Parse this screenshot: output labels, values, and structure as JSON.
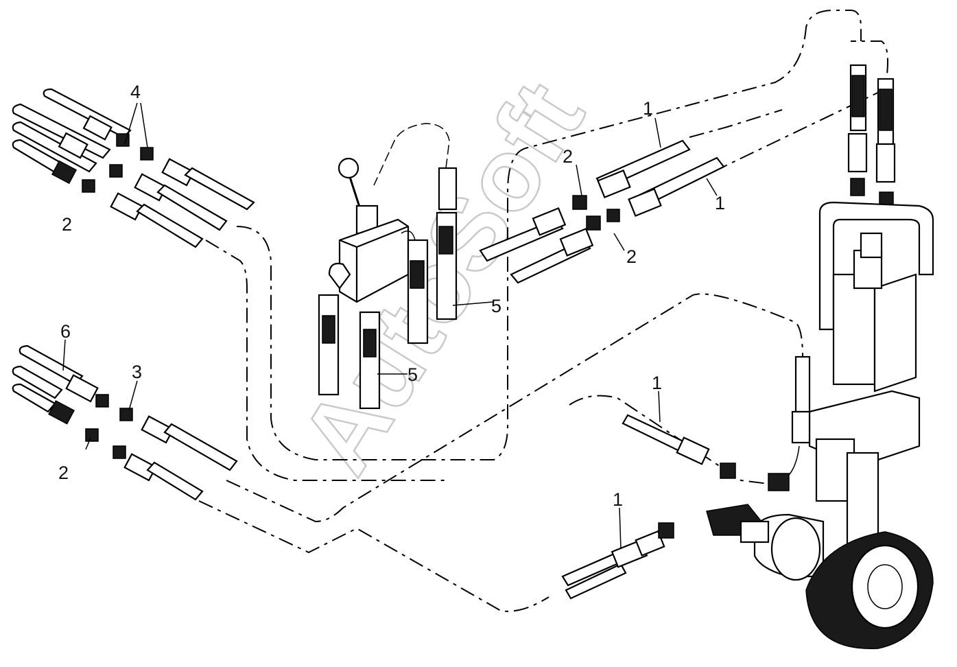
{
  "watermark": "AutoSoft",
  "callouts": [
    {
      "id": "c4-top",
      "label": "4"
    },
    {
      "id": "c2-topleft",
      "label": "2"
    },
    {
      "id": "c1-top",
      "label": "1"
    },
    {
      "id": "c2-midtop",
      "label": "2"
    },
    {
      "id": "c1-right",
      "label": "1"
    },
    {
      "id": "c2-mid",
      "label": "2"
    },
    {
      "id": "c5-valve-right",
      "label": "5"
    },
    {
      "id": "c5-valve-bottom",
      "label": "5"
    },
    {
      "id": "c6",
      "label": "6"
    },
    {
      "id": "c3",
      "label": "3"
    },
    {
      "id": "c2-botleft",
      "label": "2"
    },
    {
      "id": "c1-mid",
      "label": "1"
    },
    {
      "id": "c1-bottom",
      "label": "1"
    }
  ],
  "icons": {
    "hose": "hose-assembly-icon",
    "fitting": "adapter-fitting-icon",
    "valve": "control-valve-icon",
    "jack": "hydraulic-jack-wheel-icon"
  }
}
